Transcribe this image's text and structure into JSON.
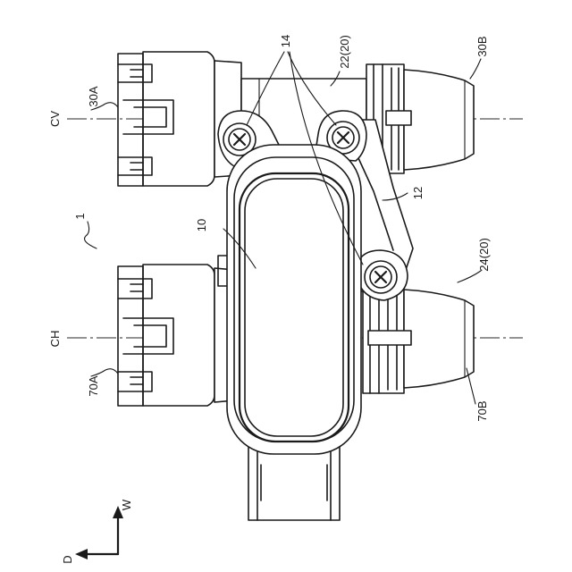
{
  "figure": {
    "labels": {
      "cv": "CV",
      "ch": "CH",
      "l30a": "30A",
      "l30b": "30B",
      "l70a": "70A",
      "l70b": "70B",
      "l14": "14",
      "l22": "22(20)",
      "l24": "24(20)",
      "l12": "12",
      "l10": "10",
      "l1": "1",
      "dirW": "W",
      "dirD": "D"
    }
  }
}
